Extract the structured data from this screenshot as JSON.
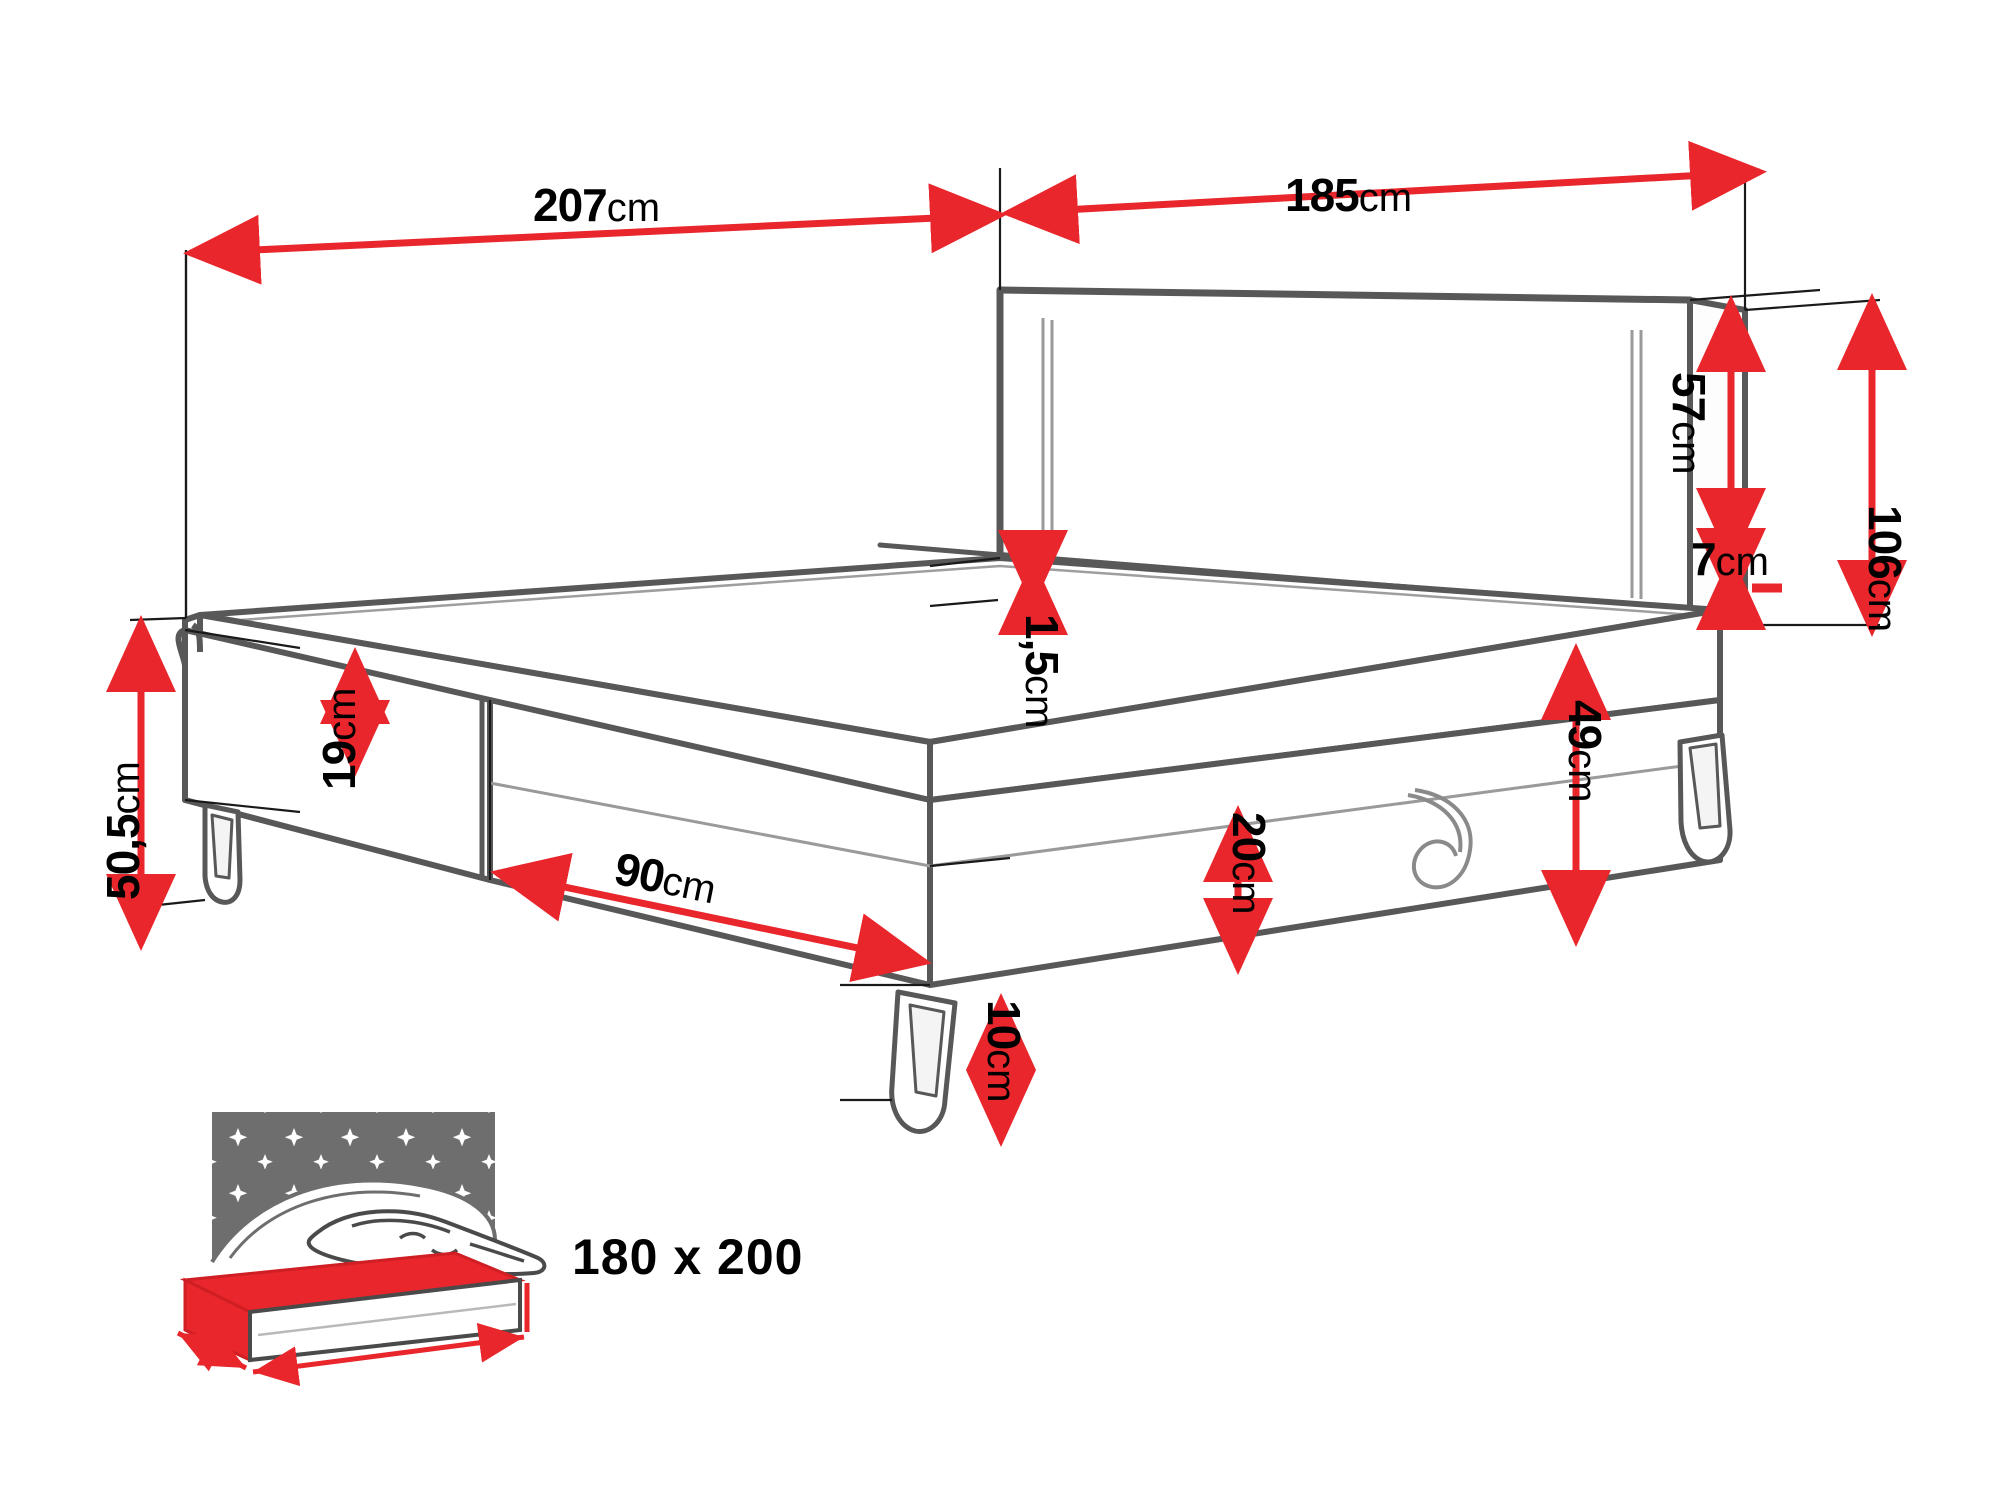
{
  "diagram": {
    "type": "furniture-dimension-drawing",
    "subject": "boxspring-bed",
    "colors": {
      "dimension_line": "#e8262b",
      "outline": "#585858",
      "leader_line": "#1a1a1a",
      "background": "#ffffff",
      "mattress_base": "#e8262b",
      "duvet_pattern": "#6e6e6e",
      "text": "#000000"
    }
  },
  "dimensions": {
    "top_left": {
      "value": "207",
      "unit": "cm",
      "orientation": "horizontal"
    },
    "top_right": {
      "value": "185",
      "unit": "cm",
      "orientation": "horizontal"
    },
    "right_total_height": {
      "value": "106",
      "unit": "cm",
      "orientation": "vertical-cw"
    },
    "headboard_height": {
      "value": "57",
      "unit": "cm",
      "orientation": "vertical-cw"
    },
    "headboard_thickness": {
      "value": "7",
      "unit": "cm",
      "orientation": "horizontal"
    },
    "left_total_height": {
      "value": "50,5",
      "unit": "cm",
      "orientation": "vertical-ccw"
    },
    "topper_height": {
      "value": "19",
      "unit": "cm",
      "orientation": "vertical-ccw"
    },
    "sheet_thickness": {
      "value": "1,5",
      "unit": "cm",
      "orientation": "vertical-cw"
    },
    "side_height": {
      "value": "49",
      "unit": "cm",
      "orientation": "vertical-cw"
    },
    "base_width": {
      "value": "90",
      "unit": "cm",
      "orientation": "horizontal"
    },
    "drawer_height": {
      "value": "20",
      "unit": "cm",
      "orientation": "vertical-cw"
    },
    "leg_height": {
      "value": "10",
      "unit": "cm",
      "orientation": "vertical-cw"
    }
  },
  "mattress_icon": {
    "label": "180 x 200",
    "parts": [
      "duvet-with-stars",
      "pillow",
      "mattress-base"
    ]
  }
}
